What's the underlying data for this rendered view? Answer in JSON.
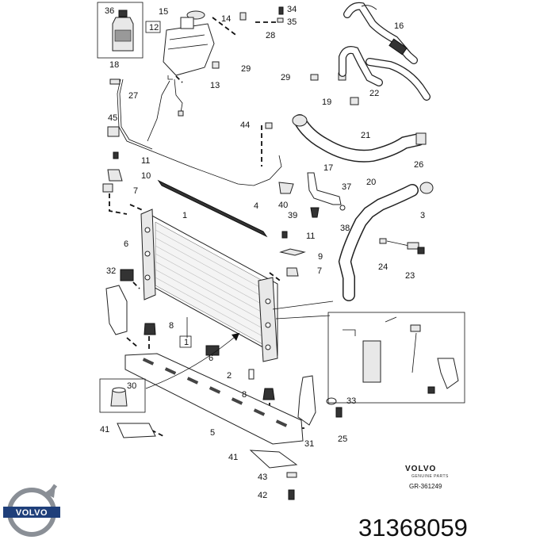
{
  "brand": {
    "name": "VOLVO",
    "subtitle": "GENUINE PARTS",
    "ref_code": "GR-361249",
    "logo_text": "VOLVO"
  },
  "part_number": "31368059",
  "callouts": [
    {
      "id": "c36",
      "label": "36"
    },
    {
      "id": "c15",
      "label": "15"
    },
    {
      "id": "c14",
      "label": "14"
    },
    {
      "id": "c34",
      "label": "34"
    },
    {
      "id": "c35",
      "label": "35"
    },
    {
      "id": "c12",
      "label": "12"
    },
    {
      "id": "c28",
      "label": "28"
    },
    {
      "id": "c16",
      "label": "16"
    },
    {
      "id": "c18",
      "label": "18"
    },
    {
      "id": "c29a",
      "label": "29"
    },
    {
      "id": "c29b",
      "label": "29"
    },
    {
      "id": "c22",
      "label": "22"
    },
    {
      "id": "c27",
      "label": "27"
    },
    {
      "id": "c13",
      "label": "13"
    },
    {
      "id": "c19",
      "label": "19"
    },
    {
      "id": "c45",
      "label": "45"
    },
    {
      "id": "c44",
      "label": "44"
    },
    {
      "id": "c21",
      "label": "21"
    },
    {
      "id": "c11a",
      "label": "11"
    },
    {
      "id": "c17",
      "label": "17"
    },
    {
      "id": "c26",
      "label": "26"
    },
    {
      "id": "c10",
      "label": "10"
    },
    {
      "id": "c37",
      "label": "37"
    },
    {
      "id": "c20",
      "label": "20"
    },
    {
      "id": "c7a",
      "label": "7"
    },
    {
      "id": "c40",
      "label": "40"
    },
    {
      "id": "c4",
      "label": "4"
    },
    {
      "id": "c39",
      "label": "39"
    },
    {
      "id": "c3",
      "label": "3"
    },
    {
      "id": "c1a",
      "label": "1"
    },
    {
      "id": "c38",
      "label": "38"
    },
    {
      "id": "c11b",
      "label": "11"
    },
    {
      "id": "c6a",
      "label": "6"
    },
    {
      "id": "c9",
      "label": "9"
    },
    {
      "id": "c24",
      "label": "24"
    },
    {
      "id": "c32",
      "label": "32"
    },
    {
      "id": "c7b",
      "label": "7"
    },
    {
      "id": "c23",
      "label": "23"
    },
    {
      "id": "c8a",
      "label": "8"
    },
    {
      "id": "c1b",
      "label": "1"
    },
    {
      "id": "c6b",
      "label": "6"
    },
    {
      "id": "c2",
      "label": "2"
    },
    {
      "id": "c30",
      "label": "30"
    },
    {
      "id": "c8b",
      "label": "8"
    },
    {
      "id": "c33",
      "label": "33"
    },
    {
      "id": "c41a",
      "label": "41"
    },
    {
      "id": "c5",
      "label": "5"
    },
    {
      "id": "c25",
      "label": "25"
    },
    {
      "id": "c31",
      "label": "31"
    },
    {
      "id": "c41b",
      "label": "41"
    },
    {
      "id": "c43",
      "label": "43"
    },
    {
      "id": "c42",
      "label": "42"
    }
  ]
}
